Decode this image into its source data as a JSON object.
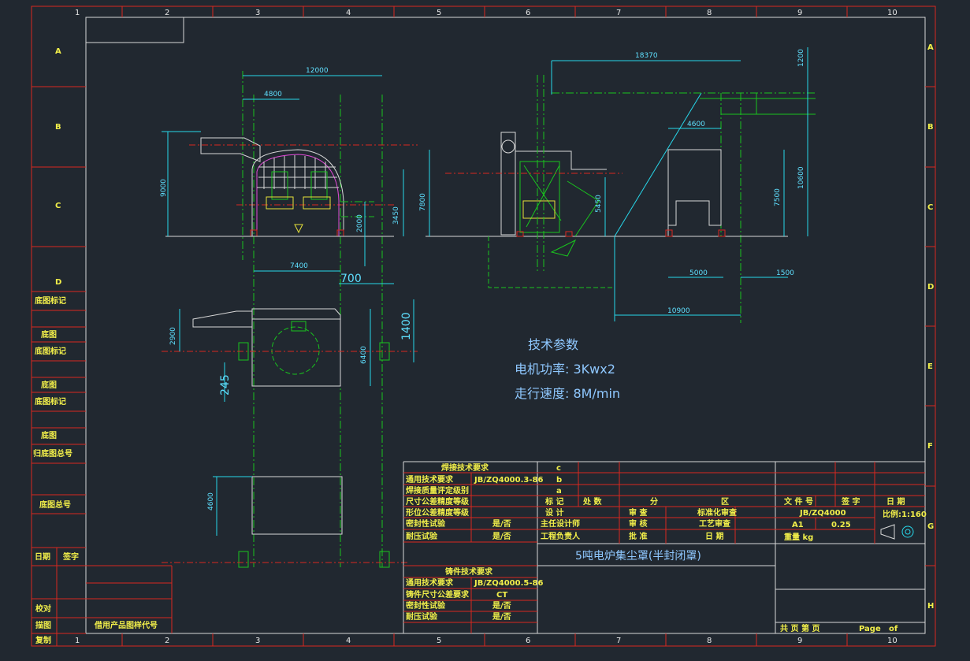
{
  "border": {
    "columns": [
      "1",
      "2",
      "3",
      "4",
      "5",
      "6",
      "7",
      "8",
      "9",
      "10"
    ],
    "rows": [
      "A",
      "B",
      "C",
      "D",
      "E",
      "F",
      "G",
      "H"
    ]
  },
  "left_column_labels": [
    "底图标记",
    "底图",
    "底图标记",
    "底图",
    "底图标记",
    "底图",
    "归底图总号",
    "底图总号",
    "日期",
    "签字"
  ],
  "bottom_left_labels": [
    "校对",
    "描图",
    "复制",
    "借用产品图样代号"
  ],
  "dimensions": {
    "d12000": "12000",
    "d4800a": "4800",
    "d9000": "9000",
    "d2000": "2000",
    "d3450": "3450",
    "d7400": "7400",
    "d700": "700",
    "d2900": "2900",
    "d245": "245",
    "d6400": "6400",
    "d1400": "1400",
    "d4600": "4600",
    "d7800": "7800",
    "d5450": "5450",
    "d18370": "18370",
    "d4600b": "4600",
    "d7500": "7500",
    "d10600": "10600",
    "d1200": "1200",
    "d5000": "5000",
    "d1500": "1500",
    "d10900": "10900"
  },
  "tech": {
    "title": "技术参数",
    "motor": "电机功率:  3Kwx2",
    "speed": "走行速度:  8M/min"
  },
  "title_block": {
    "weld_req_title": "焊接技术要求",
    "weld_rows": [
      {
        "label": "通用技术要求",
        "value": "JB/ZQ4000.3-86"
      },
      {
        "label": "焊接质量评定级别",
        "value": ""
      },
      {
        "label": "尺寸公差精度等级",
        "value": ""
      },
      {
        "label": "形位公差精度等级",
        "value": ""
      },
      {
        "label": "密封性试验",
        "value": "是/否"
      },
      {
        "label": "耐压试验",
        "value": "是/否"
      }
    ],
    "cast_req_title": "铸件技术要求",
    "cast_rows": [
      {
        "label": "通用技术要求",
        "value": "JB/ZQ4000.5-86"
      },
      {
        "label": "铸件尺寸公差要求",
        "value": "CT"
      },
      {
        "label": "密封性试验",
        "value": "是/否"
      },
      {
        "label": "耐压试验",
        "value": "是/否"
      }
    ],
    "rev_marks": [
      "c",
      "b",
      "a"
    ],
    "header_cols": [
      "标 记",
      "处 数",
      "分",
      "区",
      "文 件 号",
      "签 字",
      "日 期"
    ],
    "design_labels": [
      "设 计",
      "主任设计师",
      "工程负责人"
    ],
    "review_labels": [
      "审 查",
      "审 核",
      "批 准"
    ],
    "std_labels": [
      "标准化审查",
      "工艺审查",
      "日 期"
    ],
    "doc_no": "JB/ZQ4000",
    "scale": "比例:1:160",
    "sheet_size": "A1",
    "weight_val": "0.25",
    "weight_label": "重量 kg",
    "title": "5吨电炉集尘罩(半封闭罩)",
    "sheet_total": "共   页  第   页",
    "page": "Page",
    "of": "of"
  }
}
